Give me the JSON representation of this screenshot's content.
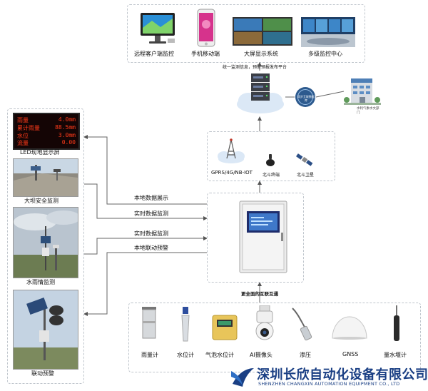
{
  "top_row": {
    "items": [
      {
        "label": "远程客户端监控",
        "icon": "desktop-monitor-icon"
      },
      {
        "label": "手机移动端",
        "icon": "mobile-phone-icon"
      },
      {
        "label": "大屏显示系统",
        "icon": "video-wall-icon"
      },
      {
        "label": "多级监控中心",
        "icon": "control-center-icon"
      }
    ],
    "caption": "统一监测信息，预警预报发布平台"
  },
  "cloud_server": {
    "icon": "cloud-server-icon"
  },
  "sync_badge": {
    "text": "同步互联数据库"
  },
  "building": {
    "text": "水利气象水文部门"
  },
  "comm_box": {
    "items": [
      {
        "label": "GPRS/4G/NB-IOT",
        "icon": "cell-tower-icon"
      },
      {
        "label": "北斗终端",
        "icon": "beidou-terminal-icon"
      },
      {
        "label": "北斗卫星",
        "icon": "satellite-icon"
      }
    ]
  },
  "left_panels": [
    {
      "label": "LED现地显示屏",
      "led_rows": [
        {
          "name": "雨量",
          "value": "4.0mm"
        },
        {
          "name": "累计雨量",
          "value": "88.5mm"
        },
        {
          "name": "水位",
          "value": "3.0mm"
        },
        {
          "name": "流量",
          "value": "0.00"
        }
      ]
    },
    {
      "label": "大坝安全监测"
    },
    {
      "label": "水雨情监测"
    },
    {
      "label": "联动预警"
    }
  ],
  "flows": [
    {
      "label": "本地数据展示"
    },
    {
      "label": "实时数据监测"
    },
    {
      "label": "实时数据监测"
    },
    {
      "label": "本地联动预警"
    }
  ],
  "interconnect": {
    "label": "更全面的互联互通"
  },
  "sensors": [
    {
      "label": "雨量计",
      "icon": "rain-gauge-icon"
    },
    {
      "label": "水位计",
      "icon": "water-level-gauge-icon"
    },
    {
      "label": "气泡水位计",
      "icon": "bubble-water-level-icon"
    },
    {
      "label": "AI摄像头",
      "icon": "ai-camera-icon"
    },
    {
      "label": "渗压",
      "icon": "osmometer-icon"
    },
    {
      "label": "GNSS",
      "icon": "gnss-dome-icon"
    },
    {
      "label": "量水堰计",
      "icon": "weir-gauge-icon"
    }
  ],
  "brand": {
    "name_cn": "深圳长欣自动化设备有限公司",
    "name_en": "SHENZHEN CHANGXIN AUTOMATION EQUIPMENT CO., LTD"
  },
  "colors": {
    "line": "#6b6b6b",
    "cloud": "#dbe8f6",
    "brand": "#1a3f84",
    "cabinet": "#e8e8e8",
    "led_bg": "#140505",
    "led_text": "#ff3b1a"
  }
}
